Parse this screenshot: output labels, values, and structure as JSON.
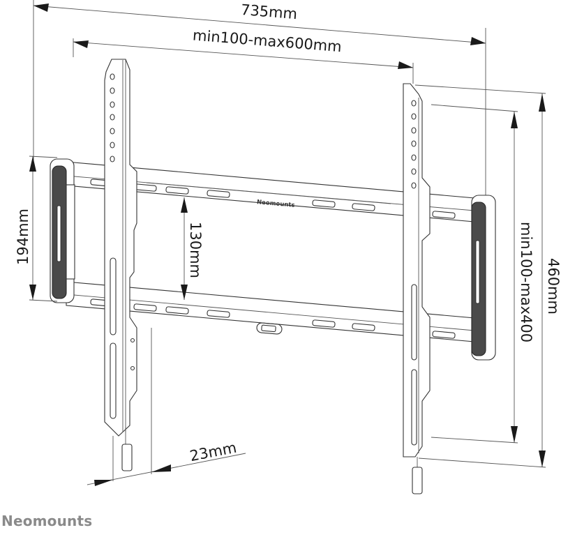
{
  "diagram": {
    "subject": "Fixed TV wall mount bracket with dimensions",
    "dimensions": {
      "overall_width": "735mm",
      "vesa_width": "min100-max600mm",
      "wall_plate_height": "194mm",
      "rail_spacing": "130mm",
      "vesa_height": "min100-max400",
      "overall_height": "460mm",
      "wall_distance": "23mm"
    },
    "plate_brand_label": "Neomounts",
    "footer_logo": "Neomounts",
    "colors": {
      "line": "#333333",
      "pad_fill": "#4a4a4a",
      "logo_gray": "#8a8a8a",
      "background": "#ffffff"
    }
  }
}
